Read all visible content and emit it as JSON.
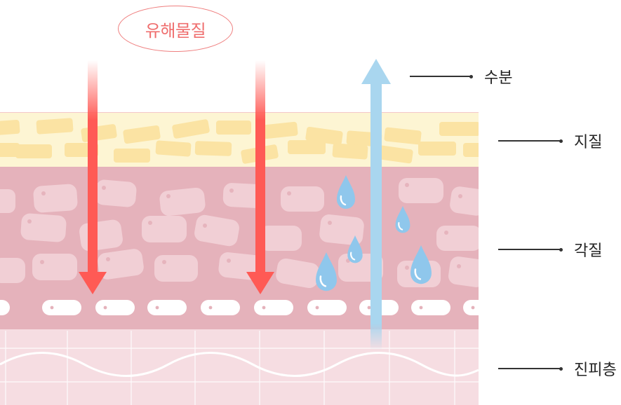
{
  "diagram": {
    "badge_text": "유해물질",
    "labels": {
      "moisture": "수분",
      "lipid": "지질",
      "stratum_corneum": "각질",
      "dermis": "진피층"
    },
    "colors": {
      "harmful_arrow": "#ff5a55",
      "moisture_arrow": "#a9d6ef",
      "lipid_layer": "#fdf5d3",
      "lipid_brick": "#fbe3a3",
      "corneum_layer": "#e5b2bb",
      "corneum_cell": "#f1cfd5",
      "dermis_layer": "#f6dde2",
      "water_drop": "#8fc7ec"
    }
  }
}
